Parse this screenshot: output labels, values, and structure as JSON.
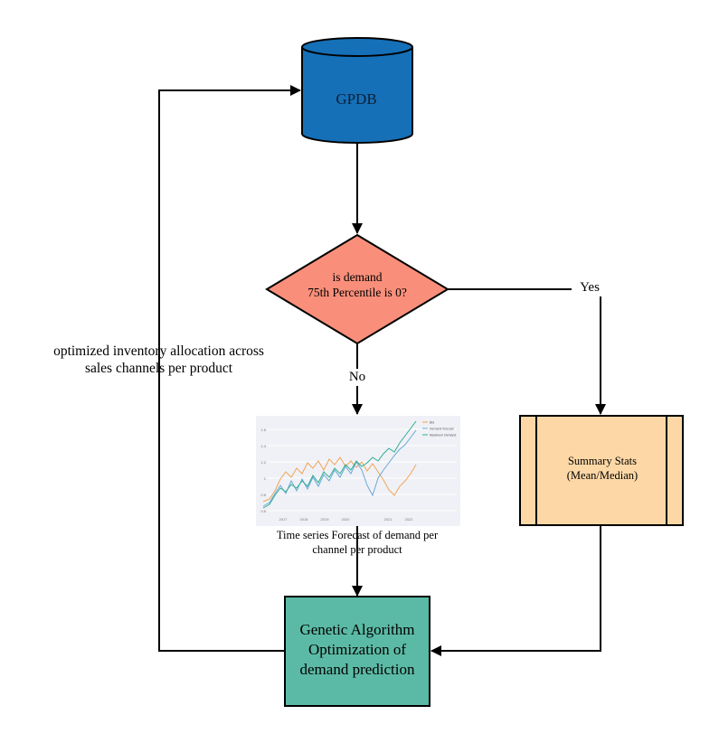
{
  "nodes": {
    "database": {
      "label": "GPDB",
      "color": "#1570b8"
    },
    "decision": {
      "line1": "is demand",
      "line2": "75th Percentile is 0?",
      "color": "#f98f7a"
    },
    "summary": {
      "line1": "Summary Stats",
      "line2": "(Mean/Median)",
      "color": "#fdd8a6"
    },
    "forecast": {
      "caption_line1": "Time series Forecast of demand per",
      "caption_line2": "channel per product",
      "thumbnail_legend": [
        "Bid",
        "Demand forecast",
        "Maximum Demand"
      ],
      "thumbnail_xticks": [
        "2017",
        "2018",
        "2019",
        "2020",
        "2021",
        "2022"
      ],
      "thumbnail_yticks": [
        "1.6",
        "1.4",
        "1.2",
        "1",
        "0.8",
        "0.6"
      ]
    },
    "genetic": {
      "line1": "Genetic Algorithm",
      "line2": "Optimization of",
      "line3": "demand prediction",
      "color": "#5bbaa6"
    }
  },
  "edges": {
    "yes_label": "Yes",
    "no_label": "No",
    "feedback_line1": "optimized inventory allocation across",
    "feedback_line2": "sales channels per product"
  }
}
